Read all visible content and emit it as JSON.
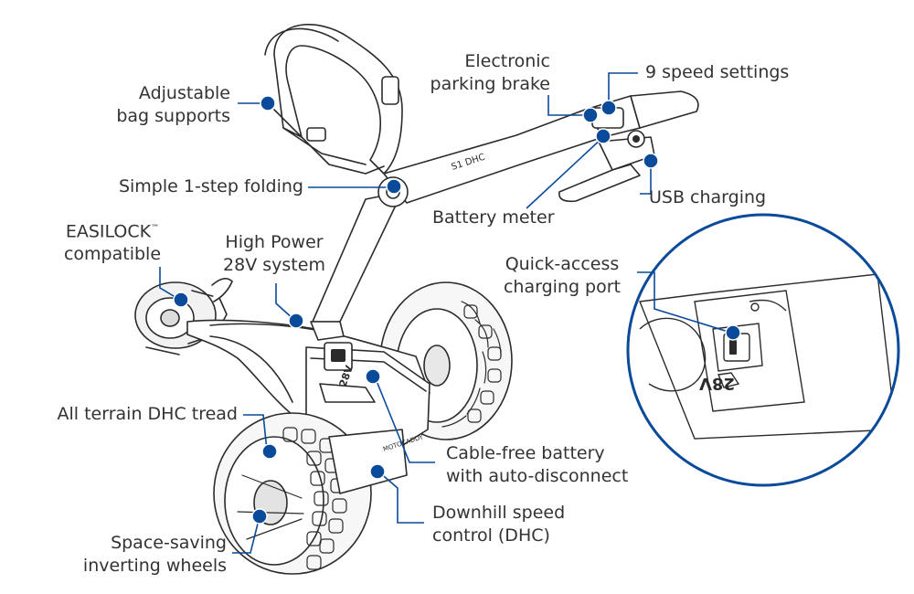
{
  "colors": {
    "accent": "#0a4a9a",
    "outline": "#2b2b2b",
    "text": "#333333",
    "background": "#ffffff"
  },
  "labels": {
    "bag_supports": {
      "line1": "Adjustable",
      "line2": "bag supports"
    },
    "parking_brake": {
      "line1": "Electronic",
      "line2": "parking brake"
    },
    "speed_settings": {
      "line1": "9 speed settings"
    },
    "folding": {
      "line1": "Simple 1-step folding"
    },
    "usb_charging": {
      "line1": "USB charging"
    },
    "battery_meter": {
      "line1": "Battery meter"
    },
    "easilock": {
      "line1": "EASILOCK",
      "tm": "™",
      "line2": "compatible"
    },
    "power_system": {
      "line1": "High Power",
      "line2": "28V system"
    },
    "charging_port": {
      "line1": "Quick-access",
      "line2": "charging port"
    },
    "tread": {
      "line1": "All terrain DHC tread"
    },
    "battery": {
      "line1": "Cable-free battery",
      "line2": "with auto-disconnect"
    },
    "dhc": {
      "line1": "Downhill speed",
      "line2": "control (DHC)"
    },
    "inverting_wheels": {
      "line1": "Space-saving",
      "line2": "inverting wheels"
    }
  },
  "product_marks": {
    "handle_logo": "S1 DHC",
    "voltage_badge": "28V",
    "brand": "MOTOCADDY"
  }
}
